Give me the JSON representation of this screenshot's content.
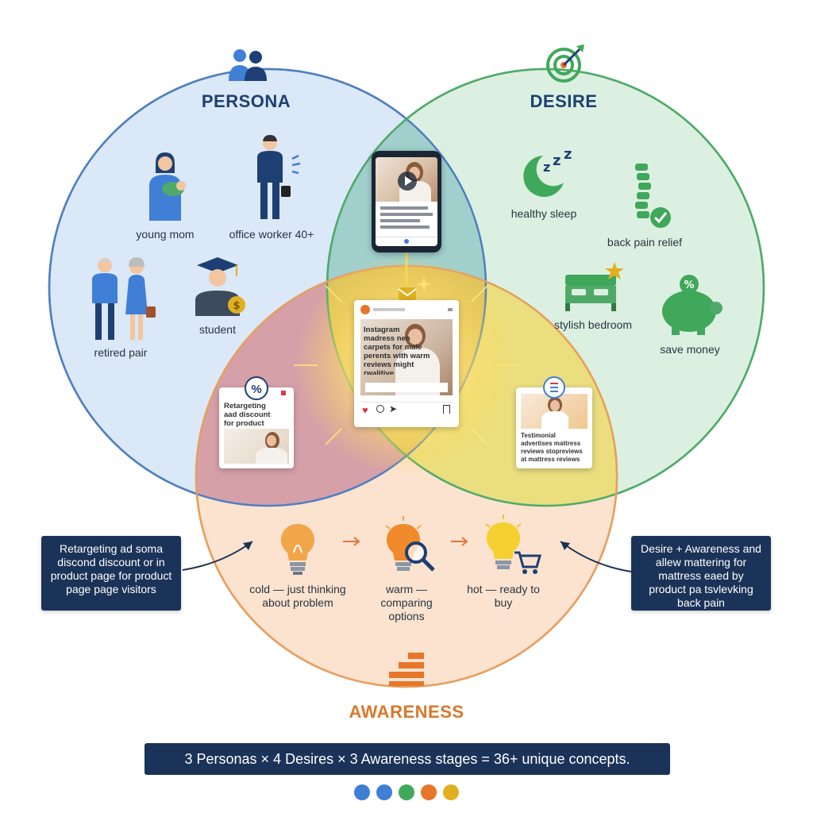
{
  "circles": {
    "persona": {
      "title": "PERSONA",
      "color": "#1e3f73"
    },
    "desire": {
      "title": "DESIRE",
      "color": "#1e3f73"
    },
    "awareness": {
      "title": "AWARENESS",
      "color": "#d9782a"
    }
  },
  "persona_items": [
    {
      "label": "young mom",
      "icon": "young-mom-icon"
    },
    {
      "label": "office worker 40+",
      "icon": "office-worker-icon"
    },
    {
      "label": "retired pair",
      "icon": "retired-pair-icon"
    },
    {
      "label": "student",
      "icon": "student-icon"
    }
  ],
  "desire_items": [
    {
      "label": "healthy sleep",
      "icon": "moon-zzz-icon"
    },
    {
      "label": "back pain relief",
      "icon": "spine-check-icon"
    },
    {
      "label": "stylish bedroom",
      "icon": "bed-star-icon"
    },
    {
      "label": "save money",
      "icon": "piggy-bank-icon"
    }
  ],
  "awareness_stages": [
    {
      "label": "cold — just thinking about problem",
      "icon": "lightbulb-icon"
    },
    {
      "label": "warm — comparing options",
      "icon": "lightbulb-magnifier-icon"
    },
    {
      "label": "hot — ready to buy",
      "icon": "lightbulb-cart-icon"
    }
  ],
  "cards": {
    "center": {
      "text": "Instagram madress nen carpets for male perents with warm reviews might rwalitive mattresses reviews"
    },
    "left": {
      "text": "Retargeting aad discount for product Bllen"
    },
    "right": {
      "text": "Testimonial advertises mattress reviews stopreviews at mattress reviews"
    }
  },
  "callouts": {
    "left": "Retargeting ad soma discond discount or in product page for product page page visitors",
    "right": "Desire + Awareness and allew mattering for mattress eaed by product pa tsvlevking back pain"
  },
  "summary": "3 Personas × 4 Desires × 3 Awareness stages = 36+ unique concepts.",
  "colors": {
    "persona_fill": "#dbe8f7",
    "persona_stroke": "#4f7fbf",
    "desire_fill": "#dcf0e1",
    "desire_stroke": "#4faa6a",
    "awareness_fill": "#fbe3cf",
    "awareness_stroke": "#e59a5a",
    "navy": "#1b3358"
  },
  "page_dots": [
    "#3f7fd6",
    "#3f7fd6",
    "#3fa85a",
    "#e8762a",
    "#e0b020"
  ]
}
